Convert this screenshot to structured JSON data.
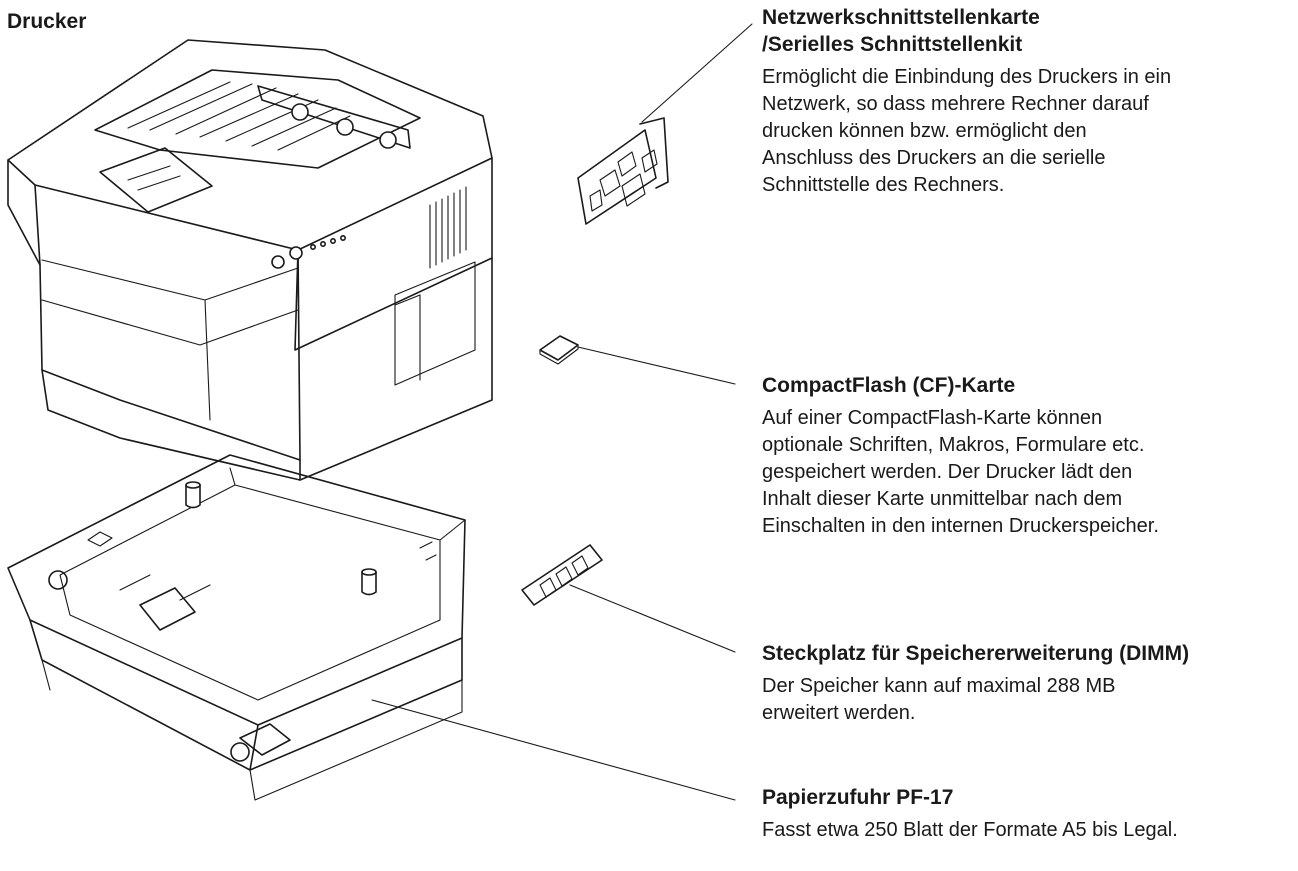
{
  "figure_label": "Drucker",
  "callouts": [
    {
      "title_lines": [
        "Netzwerkschnittstellenkarte",
        "/Serielles Schnittstellenkit"
      ],
      "description": [
        "Ermöglicht die Einbindung des Druckers in ein",
        "Netzwerk, so dass mehrere Rechner darauf",
        "drucken können bzw. ermöglicht den",
        "Anschluss des Druckers an die serielle",
        "Schnittstelle des Rechners."
      ]
    },
    {
      "title_lines": [
        "CompactFlash (CF)-Karte"
      ],
      "description": [
        "Auf einer CompactFlash-Karte können",
        "optionale Schriften, Makros, Formulare etc.",
        "gespeichert werden. Der Drucker lädt den",
        "Inhalt dieser Karte unmittelbar nach dem",
        "Einschalten in den internen Druckerspeicher."
      ]
    },
    {
      "title_lines": [
        "Steckplatz für Speichererweiterung (DIMM)"
      ],
      "description": [
        "Der Speicher kann auf maximal 288 MB",
        "erweitert werden."
      ]
    },
    {
      "title_lines": [
        "Papierzufuhr PF-17"
      ],
      "description": [
        "Fasst etwa 250 Blatt der Formate A5 bis Legal."
      ]
    }
  ]
}
